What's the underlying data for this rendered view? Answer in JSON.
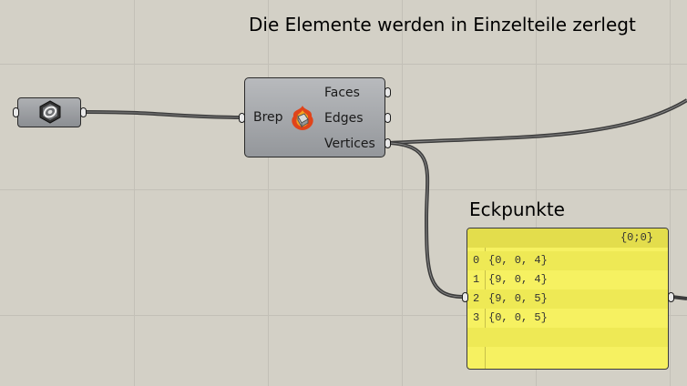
{
  "canvas": {
    "heading": "Die Elemente werden in Einzelteile zerlegt",
    "background_color": "#d3d0c6"
  },
  "param_component": {
    "icon": "brep-param-icon"
  },
  "deconstruct_component": {
    "icon": "deconstruct-brep-icon",
    "inputs": [
      "Brep"
    ],
    "outputs": [
      "Faces",
      "Edges",
      "Vertices"
    ]
  },
  "panel": {
    "title": "Eckpunkte",
    "path": "{0;0}",
    "rows": [
      {
        "index": "0",
        "value": "{0, 0, 4}"
      },
      {
        "index": "1",
        "value": "{9, 0, 4}"
      },
      {
        "index": "2",
        "value": "{9, 0, 5}"
      },
      {
        "index": "3",
        "value": "{0, 0, 5}"
      }
    ],
    "color": "#f6f161"
  }
}
